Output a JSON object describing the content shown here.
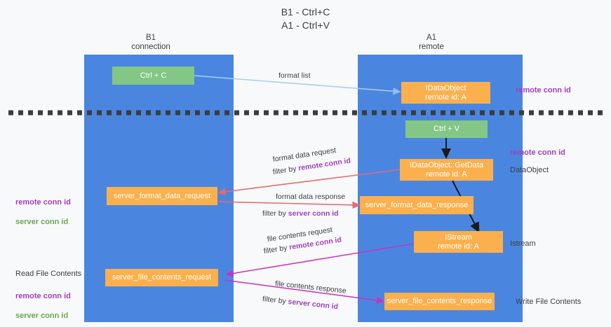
{
  "title": "B1 - Ctrl+C\nA1 - Ctrl+V",
  "columns": [
    {
      "name": "b1",
      "label": "B1\nconnection"
    },
    {
      "name": "a1",
      "label": "A1\nremote"
    }
  ],
  "nodes": [
    {
      "name": "ctrl-c",
      "label": "Ctrl + C",
      "color": "#82c785"
    },
    {
      "name": "idataobject",
      "label": "IDataObject\nremote id: A",
      "color": "#fbb04d"
    },
    {
      "name": "ctrl-v",
      "label": "Ctrl + V",
      "color": "#82c785"
    },
    {
      "name": "idataobject-getdata",
      "label": "IDataObject::GetData\nremote id: A",
      "color": "#fbb04d"
    },
    {
      "name": "server-format-data-request",
      "label": "server_format_data_request",
      "color": "#fbb04d"
    },
    {
      "name": "server-format-data-response",
      "label": "server_format_data_response",
      "color": "#fbb04d"
    },
    {
      "name": "istream",
      "label": "IStream\nremote id: A",
      "color": "#fbb04d"
    },
    {
      "name": "server-file-contents-request",
      "label": "server_file_contents_request",
      "color": "#fbb04d"
    },
    {
      "name": "server-file-contents-response",
      "label": "server_file_contents_response",
      "color": "#fbb04d"
    }
  ],
  "annotations": {
    "right_remote_conn_id_top": "remote conn id",
    "right_remote_conn_id_mid": "remote conn id",
    "right_dataobject": "DataObject",
    "right_istream": "Istream",
    "right_write_file_contents": "Write File Contents",
    "left_read_file_contents": "Read File Contents",
    "left_pair_remote": "remote conn id",
    "left_pair_server": "server conn id"
  },
  "edges": [
    {
      "name": "format-list",
      "line1": "format list",
      "line2": "",
      "highlight": ""
    },
    {
      "name": "format-data-request",
      "line1": "format data request",
      "line2": "filter by ",
      "highlight": "remote conn id"
    },
    {
      "name": "format-data-response",
      "line1": "format data response",
      "line2": "filter by ",
      "highlight": "server conn id"
    },
    {
      "name": "file-contents-request",
      "line1": "file contents request",
      "line2": "filter by ",
      "highlight": "remote conn id"
    },
    {
      "name": "file-contents-response",
      "line1": "file contents response",
      "line2": "filter by ",
      "highlight": "server conn id"
    }
  ],
  "colors": {
    "lane": "#4a86e0",
    "green": "#82c785",
    "orange": "#fbb04d",
    "purple": "#a33dbf",
    "green_text": "#6aa84f",
    "arrow_blue": "#a8cdf0",
    "arrow_red": "#e8696e",
    "arrow_magenta": "#cc2fc0",
    "arrow_black": "#1a1a1a",
    "background": "#f8f9fa"
  }
}
